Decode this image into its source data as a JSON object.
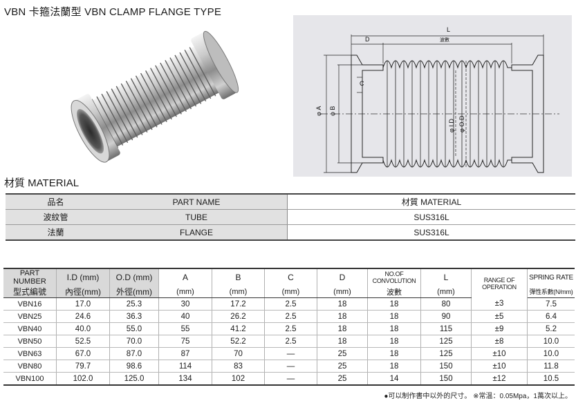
{
  "page_title": "VBN  卡箍法蘭型   VBN CLAMP FLANGE TYPE",
  "drawing": {
    "L": "L",
    "D": "D",
    "wave_label": "波數",
    "C": "C",
    "phi_A": "φ A",
    "phi_B": "φ B",
    "phi_ID": "φ I.D",
    "phi_OD": "φ O.D"
  },
  "material_section": {
    "heading": "材質   MATERIAL",
    "header": {
      "name_cn": "品名",
      "name_en": "PART NAME",
      "material": "材質  MATERIAL"
    },
    "rows": [
      {
        "name_cn": "波紋管",
        "name_en": "TUBE",
        "material": "SUS316L"
      },
      {
        "name_cn": "法蘭",
        "name_en": "FLANGE",
        "material": "SUS316L"
      }
    ]
  },
  "spec_table": {
    "header_top": {
      "part_number": "PART NUMBER",
      "id": "I.D (mm)",
      "od": "O.D (mm)",
      "a": "A",
      "b": "B",
      "c": "C",
      "d": "D",
      "convolution": "NO.OF CONVOLUTION",
      "l": "L",
      "range": "RANGE OF OPERATION",
      "spring": "SPRING RATE"
    },
    "header_bottom": {
      "part_number": "型式編號",
      "id": "內徑(mm)",
      "od": "外徑(mm)",
      "a": "(mm)",
      "b": "(mm)",
      "c": "(mm)",
      "d": "(mm)",
      "convolution": "波數",
      "l": "(mm)",
      "spring": "彈性系數(N/mm)"
    },
    "rows": [
      {
        "part": "VBN16",
        "id": "17.0",
        "od": "25.3",
        "a": "30",
        "b": "17.2",
        "c": "2.5",
        "d": "18",
        "conv": "18",
        "l": "80",
        "range": "±3",
        "spring": "7.5"
      },
      {
        "part": "VBN25",
        "id": "24.6",
        "od": "36.3",
        "a": "40",
        "b": "26.2",
        "c": "2.5",
        "d": "18",
        "conv": "18",
        "l": "90",
        "range": "±5",
        "spring": "6.4"
      },
      {
        "part": "VBN40",
        "id": "40.0",
        "od": "55.0",
        "a": "55",
        "b": "41.2",
        "c": "2.5",
        "d": "18",
        "conv": "18",
        "l": "115",
        "range": "±9",
        "spring": "5.2"
      },
      {
        "part": "VBN50",
        "id": "52.5",
        "od": "70.0",
        "a": "75",
        "b": "52.2",
        "c": "2.5",
        "d": "18",
        "conv": "18",
        "l": "125",
        "range": "±8",
        "spring": "10.0"
      },
      {
        "part": "VBN63",
        "id": "67.0",
        "od": "87.0",
        "a": "87",
        "b": "70",
        "c": "—",
        "d": "25",
        "conv": "18",
        "l": "125",
        "range": "±10",
        "spring": "10.0"
      },
      {
        "part": "VBN80",
        "id": "79.7",
        "od": "98.6",
        "a": "114",
        "b": "83",
        "c": "—",
        "d": "25",
        "conv": "18",
        "l": "150",
        "range": "±10",
        "spring": "11.8"
      },
      {
        "part": "VBN100",
        "id": "102.0",
        "od": "125.0",
        "a": "134",
        "b": "102",
        "c": "—",
        "d": "25",
        "conv": "14",
        "l": "150",
        "range": "±12",
        "spring": "10.5"
      }
    ]
  },
  "footnote": "●可以制作書中以外的尺寸。 ※常溫：0.05Mpa，1萬次以上。"
}
